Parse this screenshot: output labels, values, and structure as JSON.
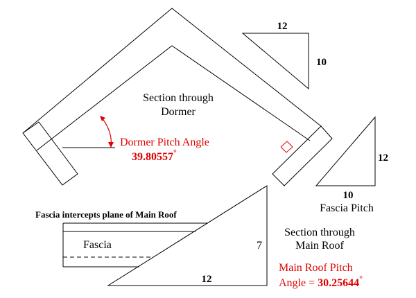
{
  "dormer_section": {
    "title_line1": "Section through",
    "title_line2": "Dormer"
  },
  "dormer_pitch": {
    "label": "Dormer Pitch Angle",
    "value": "39.80557",
    "unit": "°"
  },
  "dormer_pitch_triangle": {
    "run": "12",
    "rise": "10"
  },
  "fascia_pitch_triangle": {
    "rise": "12",
    "run": "10",
    "caption": "Fascia Pitch"
  },
  "fascia_intercept_note": "Fascia intercepts plane of Main Roof",
  "fascia_label": "Fascia",
  "main_roof_section": {
    "title_line1": "Section through",
    "title_line2": "Main Roof",
    "rise": "7",
    "run": "12"
  },
  "main_roof_pitch": {
    "label": "Main Roof Pitch",
    "angle_prefix": "Angle = ",
    "value": "30.25644",
    "unit": "°"
  },
  "colors": {
    "line": "#000000",
    "highlight": "#e00000",
    "background": "#ffffff"
  }
}
